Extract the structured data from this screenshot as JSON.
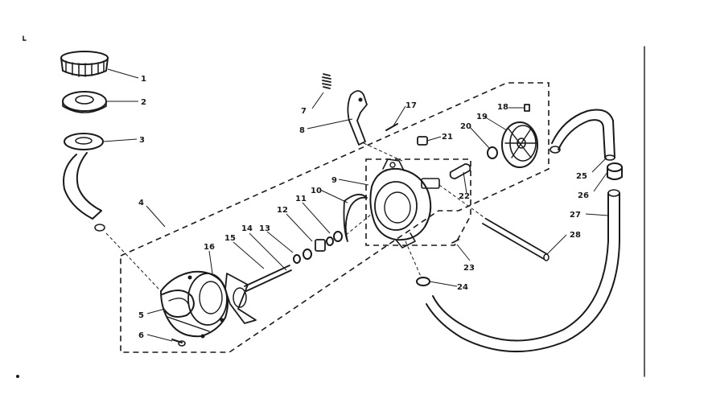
{
  "diagram": {
    "part_numbers": {
      "p1": "1",
      "p2": "2",
      "p3": "3",
      "p4": "4",
      "p5": "5",
      "p6": "6",
      "p7": "7",
      "p8": "8",
      "p9": "9",
      "p10": "10",
      "p11": "11",
      "p12": "12",
      "p13": "13",
      "p14": "14",
      "p15": "15",
      "p16": "16",
      "p17": "17",
      "p18": "18",
      "p19": "19",
      "p20": "20",
      "p21": "21",
      "p22": "22",
      "p23": "23",
      "p24": "24",
      "p25": "25",
      "p26": "26",
      "p27": "27",
      "p28": "28"
    },
    "ink_color": "#1a1a1a",
    "paper_color": "#ffffff"
  }
}
